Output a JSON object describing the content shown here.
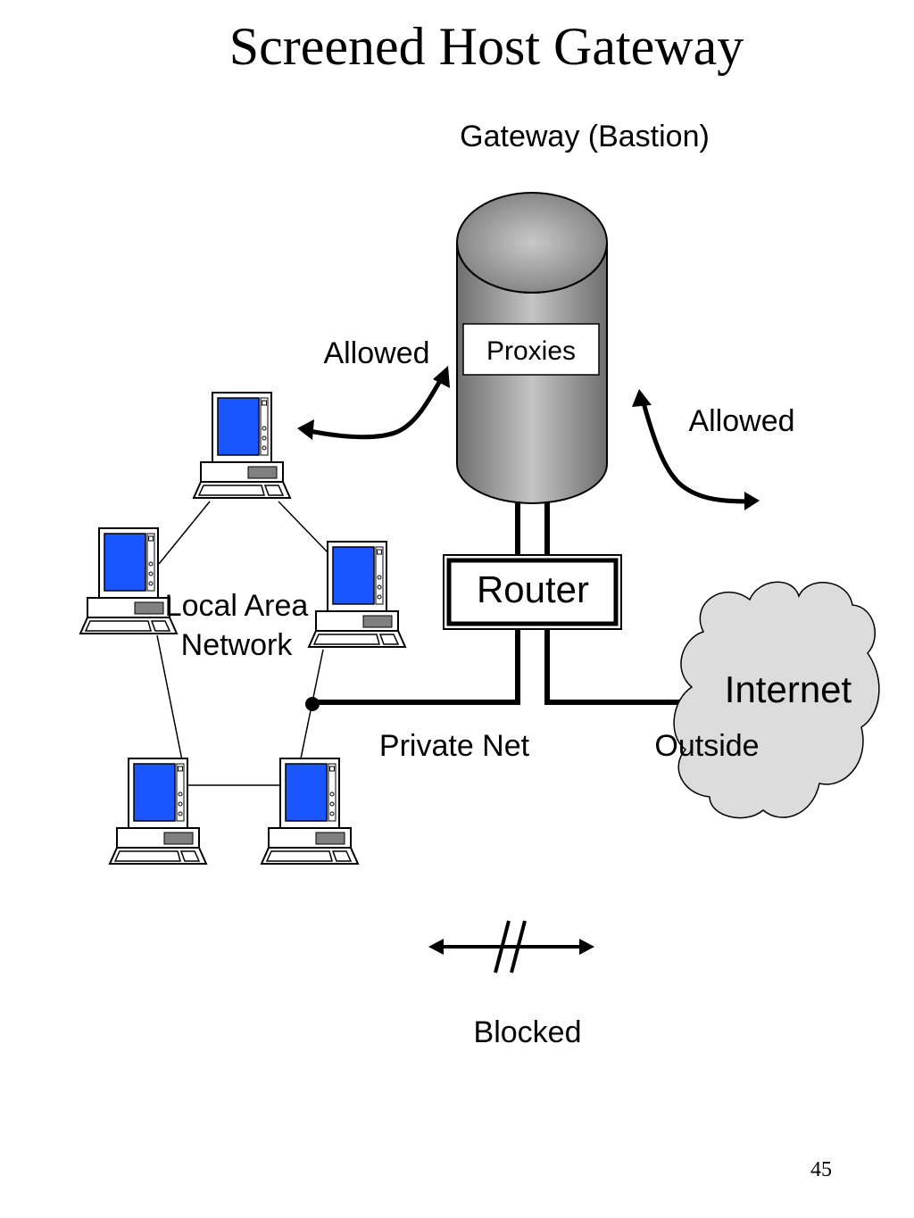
{
  "slide": {
    "title": "Screened Host Gateway",
    "page_number": "45"
  },
  "gateway": {
    "label": "Gateway (Bastion)",
    "proxies_label": "Proxies"
  },
  "router": {
    "label": "Router"
  },
  "internet": {
    "label": "Internet"
  },
  "lan": {
    "label_line1": "Local Area",
    "label_line2": "Network"
  },
  "networks": {
    "private_label": "Private Net",
    "outside_label": "Outside"
  },
  "arrows": {
    "allowed_left": "Allowed",
    "allowed_right": "Allowed"
  },
  "legend": {
    "blocked_label": "Blocked"
  },
  "colors": {
    "screen_blue": "#1a56ff",
    "cylinder_gray": "#8c8c8c",
    "cloud_fill": "#dcdcdc",
    "line": "#000000"
  },
  "icons": [
    "workstation-icon",
    "database-cylinder-icon",
    "cloud-icon",
    "arrow-icon"
  ]
}
